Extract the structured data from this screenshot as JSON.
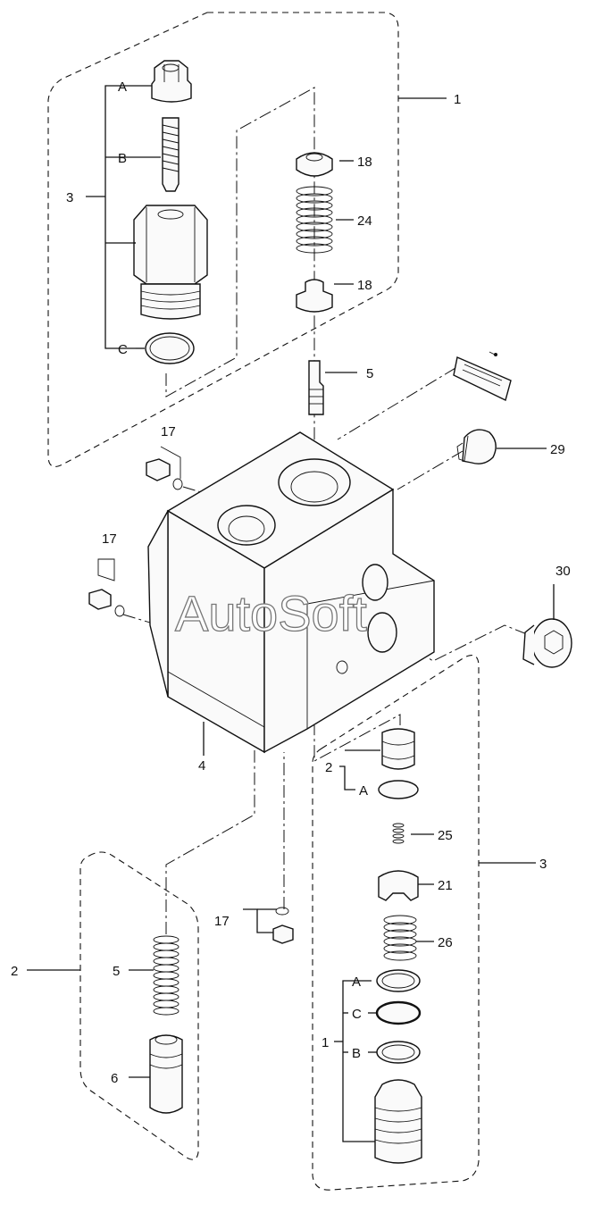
{
  "watermark": "AutoSoft",
  "labels": {
    "top_assembly": "1",
    "top_relief_valve": "3",
    "top_A": "A",
    "top_B": "B",
    "top_C": "C",
    "top_seat_upper": "18",
    "top_spring": "24",
    "top_seat_lower": "18",
    "top_spool": "5",
    "plug_left_upper": "17",
    "plug_left_mid": "17",
    "plug_bottom": "17",
    "plug_right_29": "29",
    "plug_right_30": "30",
    "housing": "4",
    "left_assembly": "2",
    "left_spring": "5",
    "left_sleeve": "6",
    "right_poppet": "2",
    "right_ring_A1": "A",
    "right_spring_25": "25",
    "right_assembly": "3",
    "right_cap": "21",
    "right_spring_26": "26",
    "right_ring_A2": "A",
    "right_ring_C": "C",
    "right_group": "1",
    "right_ring_B": "B"
  }
}
